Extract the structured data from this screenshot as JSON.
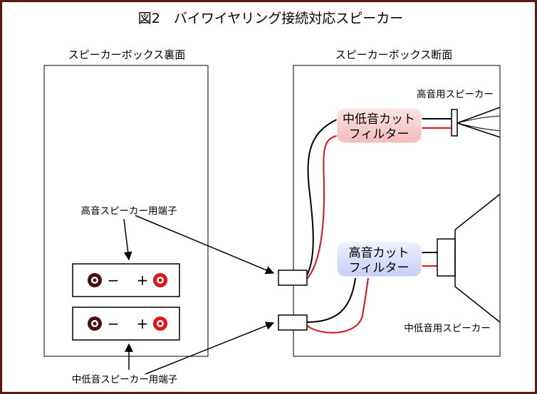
{
  "title": "図2　バイワイヤリング接続対応スピーカー",
  "rear_panel": {
    "heading": "スピーカーボックス裏面",
    "tweeter_terminal_label": "高音スピーカー用端子",
    "woofer_terminal_label": "中低音スピーカー用端子",
    "minus_sign": "−",
    "plus_sign": "+"
  },
  "cross_section": {
    "heading": "スピーカーボックス断面",
    "tweeter_label": "高音用スピーカー",
    "woofer_label": "中低音用スピーカー",
    "lowmid_cut_filter": [
      "中低音カット",
      "フィルター"
    ],
    "high_cut_filter": [
      "高音カット",
      "フィルター"
    ]
  },
  "colors": {
    "border": "#5a1a14",
    "lowmid_filter_fill": "#f9d3d3",
    "high_filter_fill": "#d9ddf8",
    "red_wire": "#dd1111",
    "black_wire": "#000000",
    "terminal_ring": "#4a1010",
    "terminal_red": "#e01515"
  }
}
